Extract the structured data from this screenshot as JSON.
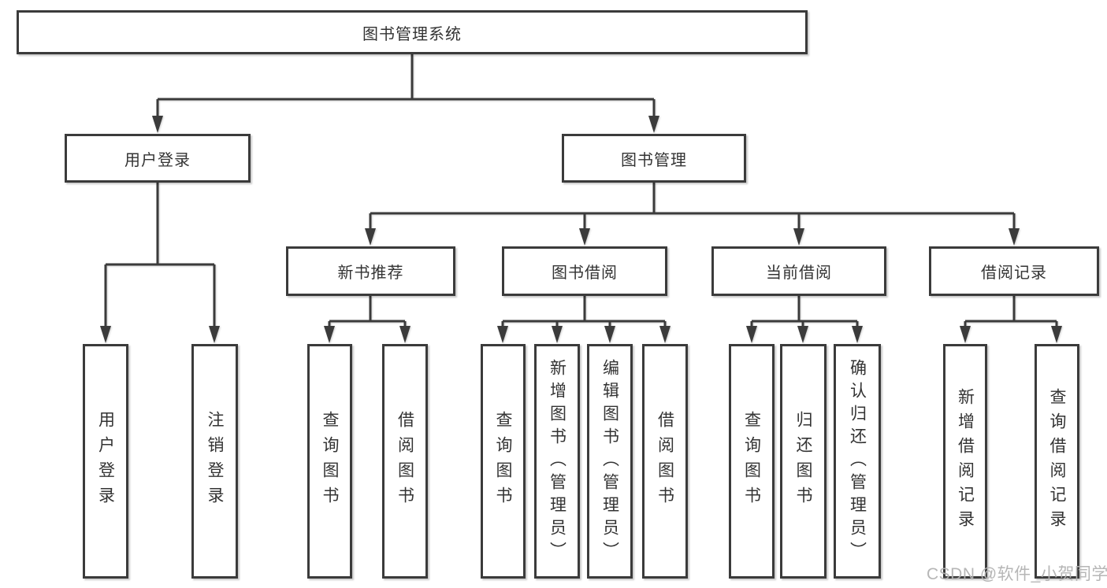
{
  "nodes": {
    "root": "图书管理系统",
    "l2_user_login": "用户登录",
    "l2_book_management": "图书管理",
    "l3_new_book_recommend": "新书推荐",
    "l3_book_borrow": "图书借阅",
    "l3_current_borrow": "当前借阅",
    "l3_borrow_records": "借阅记录",
    "leaf_user_login": "用户登录",
    "leaf_logout": "注销登录",
    "leaf_rec_query_books": "查询图书",
    "leaf_rec_borrow_books": "借阅图书",
    "leaf_bb_query_books": "查询图书",
    "leaf_bb_add_books": "新增图书（管理员）",
    "leaf_bb_edit_books": "编辑图书（管理员）",
    "leaf_bb_borrow_books": "借阅图书",
    "leaf_cb_query_books": "查询图书",
    "leaf_cb_return_books": "归还图书",
    "leaf_cb_confirm_return": "确认归还（管理员）",
    "leaf_br_add_record": "新增借阅记录",
    "leaf_br_query_record": "查询借阅记录"
  },
  "hierarchy": {
    "label": "图书管理系统",
    "children": [
      {
        "label": "用户登录",
        "children": [
          {
            "label": "用户登录"
          },
          {
            "label": "注销登录"
          }
        ]
      },
      {
        "label": "图书管理",
        "children": [
          {
            "label": "新书推荐",
            "children": [
              {
                "label": "查询图书"
              },
              {
                "label": "借阅图书"
              }
            ]
          },
          {
            "label": "图书借阅",
            "children": [
              {
                "label": "查询图书"
              },
              {
                "label": "新增图书（管理员）"
              },
              {
                "label": "编辑图书（管理员）"
              },
              {
                "label": "借阅图书"
              }
            ]
          },
          {
            "label": "当前借阅",
            "children": [
              {
                "label": "查询图书"
              },
              {
                "label": "归还图书"
              },
              {
                "label": "确认归还（管理员）"
              }
            ]
          },
          {
            "label": "借阅记录",
            "children": [
              {
                "label": "新增借阅记录"
              },
              {
                "label": "查询借阅记录"
              }
            ]
          }
        ]
      }
    ]
  },
  "watermark": {
    "text": "CSDN @软件_小贺同学"
  },
  "colors": {
    "line": "#3b3b3b",
    "box_border": "#3b3b3b",
    "text": "#333333",
    "watermark": "#b2b2b2",
    "background": "#ffffff"
  }
}
